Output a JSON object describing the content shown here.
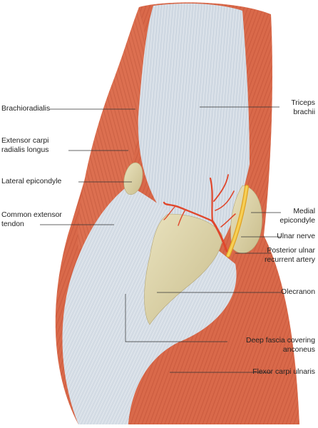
{
  "figure": {
    "labels": {
      "brachioradialis": "Brachioradialis",
      "ecrl_1": "Extensor carpi",
      "ecrl_2": "radialis longus",
      "lateral_epicondyle": "Lateral epicondyle",
      "common_ext_1": "Common extensor",
      "common_ext_2": "tendon",
      "triceps_1": "Triceps",
      "triceps_2": "brachii",
      "medial_1": "Medial",
      "medial_2": "epicondyle",
      "ulnar_nerve": "Ulnar nerve",
      "pura_1": "Posterior ulnar",
      "pura_2": "recurrent artery",
      "olecranon": "Olecranon",
      "deep_fascia_1": "Deep fascia covering",
      "deep_fascia_2": "anconeus",
      "fcu": "Flexor carpi ulnaris"
    },
    "colors": {
      "muscle": "#d9694a",
      "muscle_dark": "#b8492f",
      "fascia": "#cdd6e0",
      "fascia_light": "#e4e9ef",
      "bone": "#d8cfa6",
      "nerve": "#f2c23a",
      "artery": "#e0472c",
      "leader_line": "#333333"
    }
  }
}
